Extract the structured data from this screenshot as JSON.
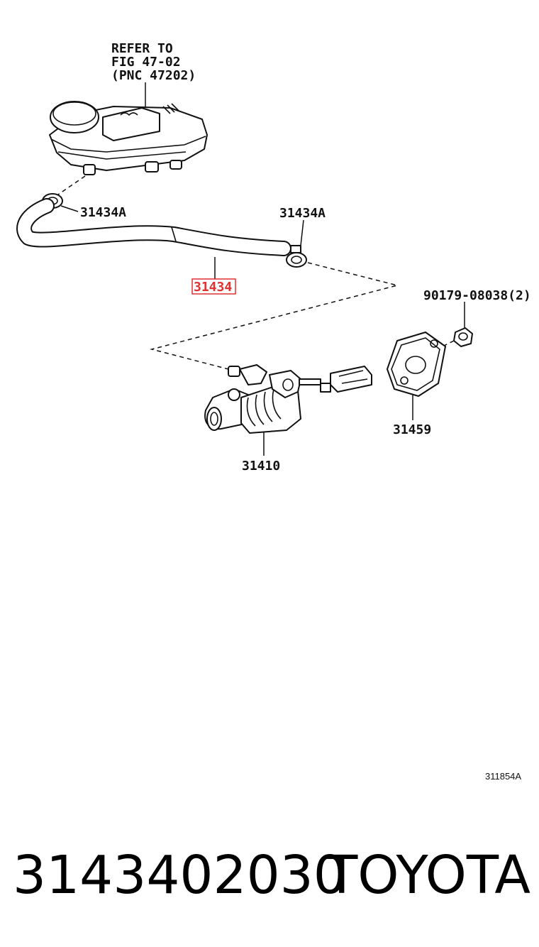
{
  "diagram": {
    "reference_note": [
      "REFER TO",
      "FIG 47-02",
      "(PNC 47202)"
    ],
    "labels": {
      "clamp_reservoir": "31434A",
      "clamp_cylinder": "31434A",
      "hose": "31434",
      "nut": "90179-08038(2)",
      "gasket": "31459",
      "master_cylinder": "31410"
    },
    "highlighted_label": "hose",
    "highlight_color": "#e03030",
    "drawing_code": "311854A"
  },
  "footer": {
    "part_number": "3143402030",
    "brand": "TOYOTA"
  }
}
